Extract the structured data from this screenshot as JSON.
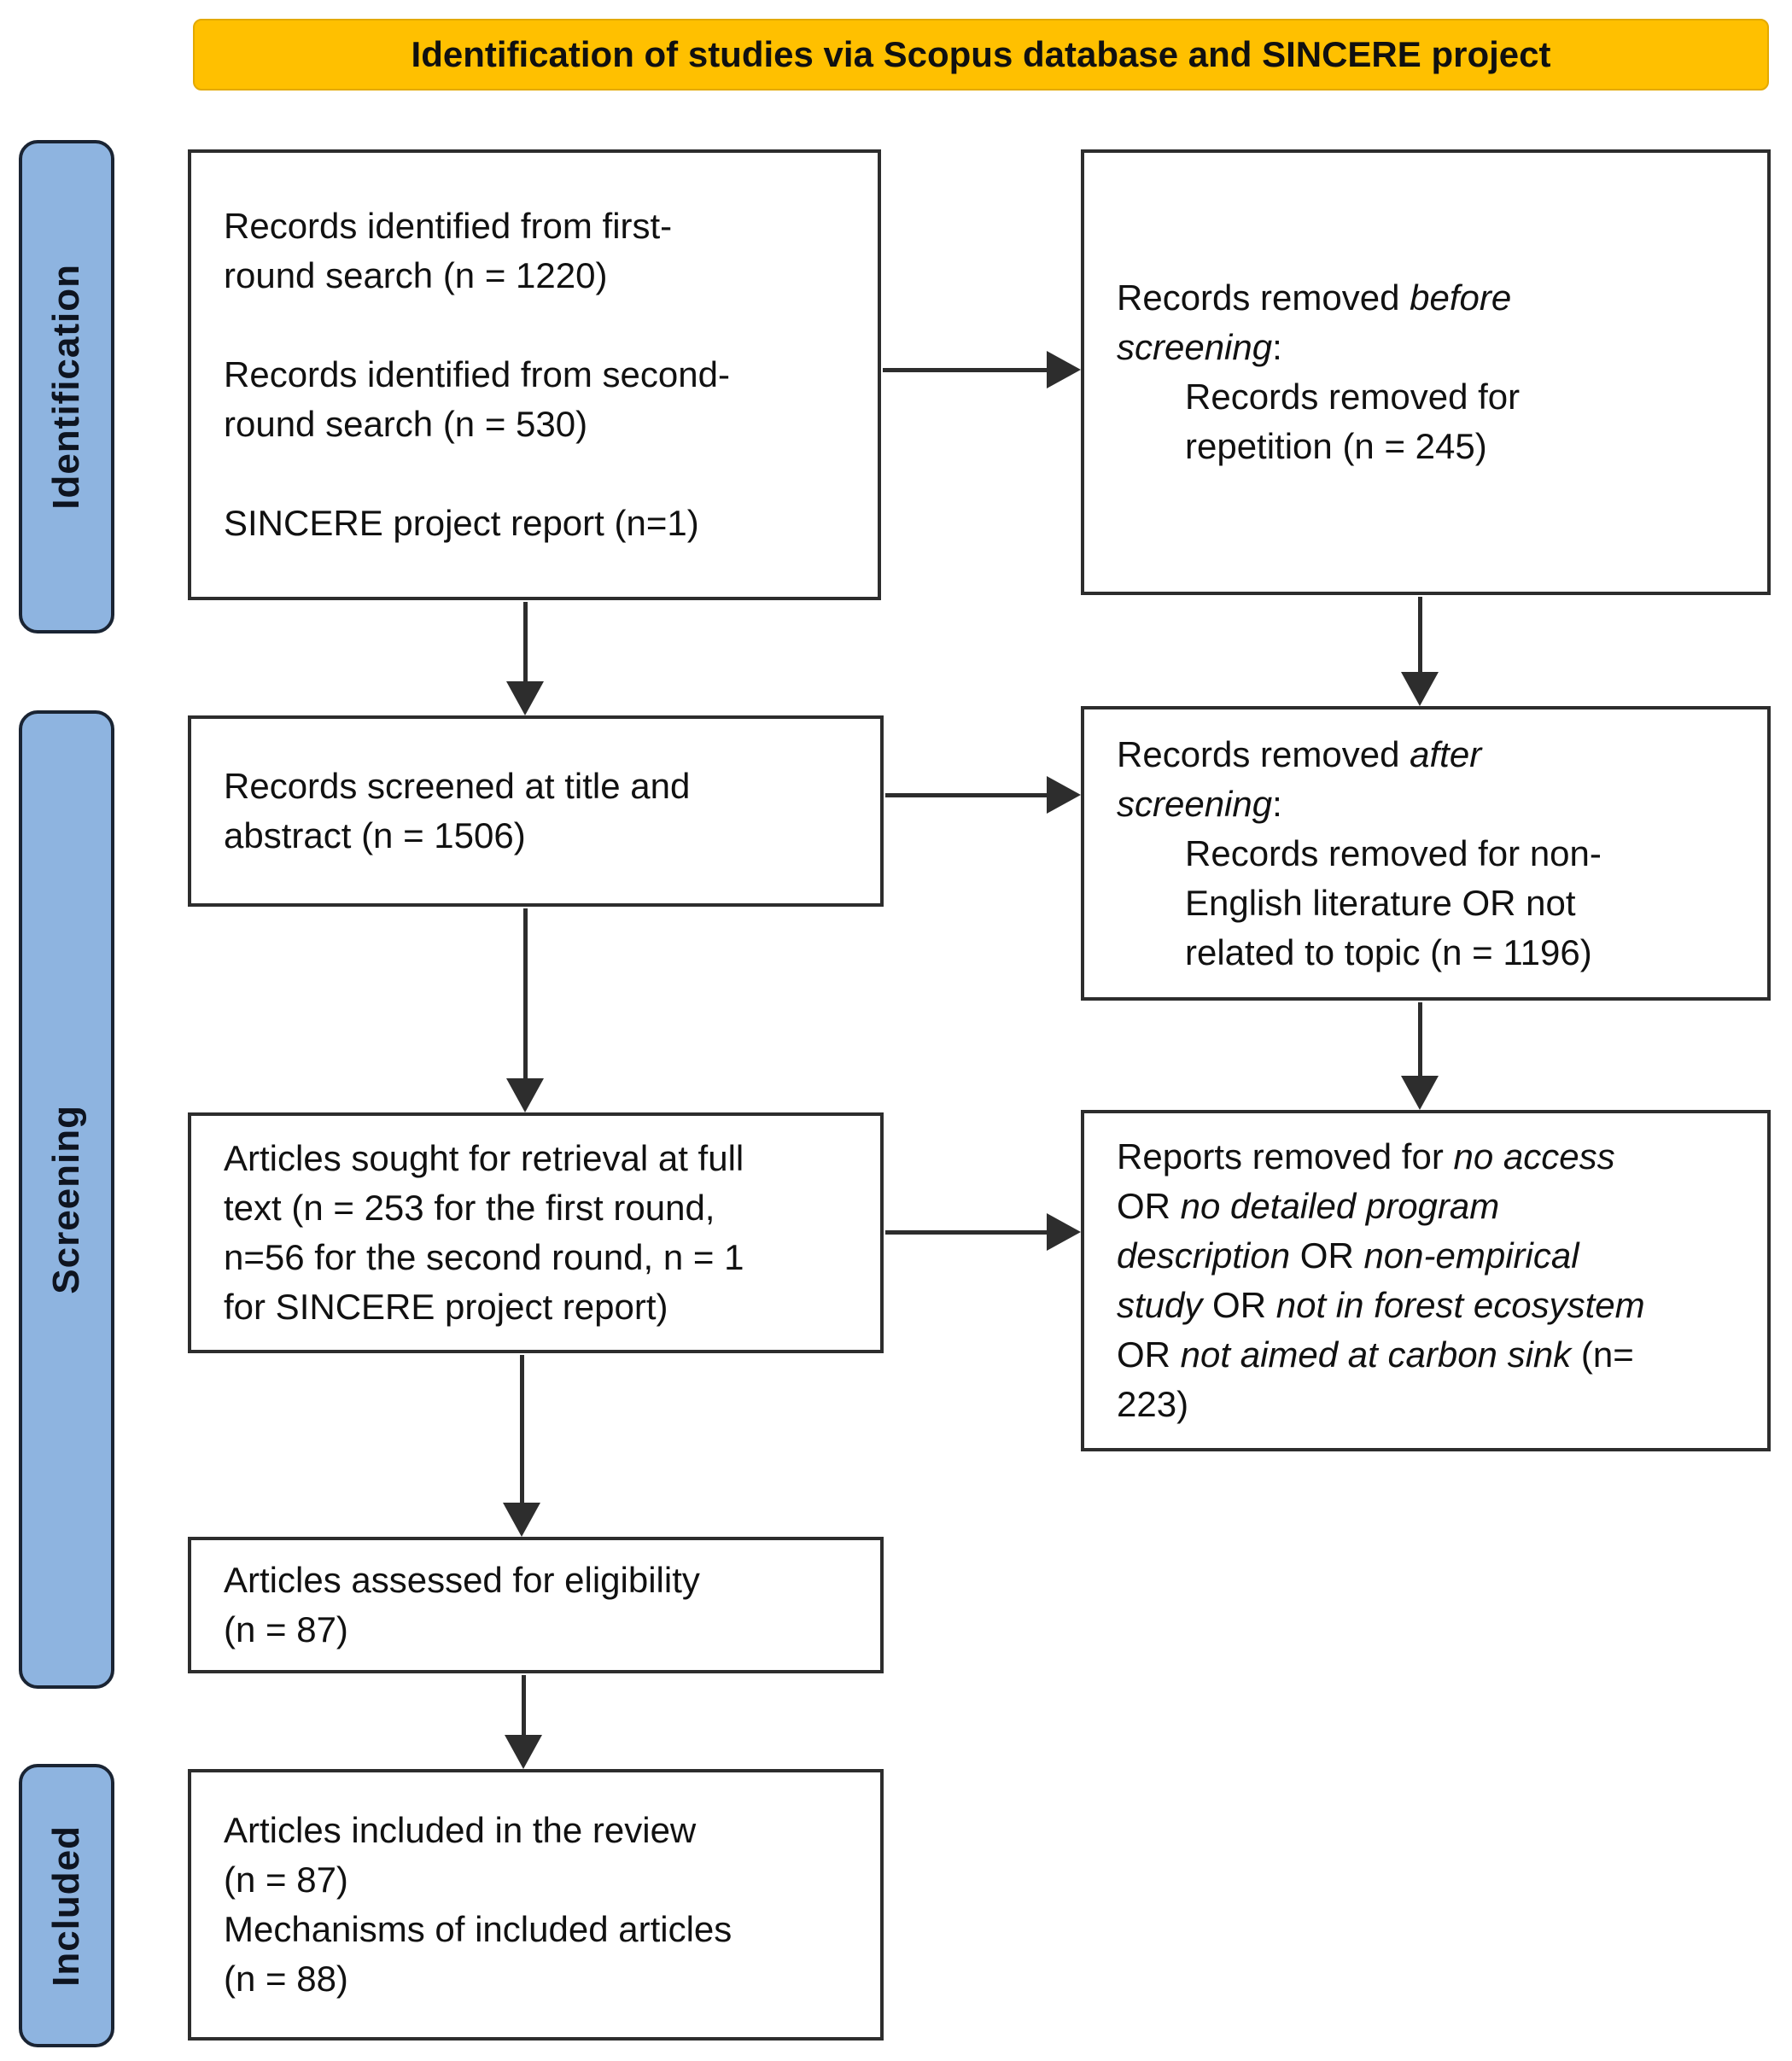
{
  "banner": {
    "title": "Identification of studies via Scopus database and SINCERE project"
  },
  "stages": [
    {
      "label": "Identification"
    },
    {
      "label": "Screening"
    },
    {
      "label": "Included"
    }
  ],
  "colors": {
    "banner_fill": "#FFC000",
    "banner_border": "#E3A900",
    "stage_fill": "#8EB4E0",
    "stage_border": "#1A2433",
    "box_border": "#2D2D2D",
    "arrow": "#2D2D2D"
  },
  "boxes": {
    "identified": {
      "lines": [
        {
          "seg": [
            {
              "t": "Records identified from first-"
            }
          ]
        },
        {
          "seg": [
            {
              "t": "round search (n = 1220)"
            }
          ]
        },
        {
          "seg": []
        },
        {
          "seg": [
            {
              "t": "Records identified from second-"
            }
          ]
        },
        {
          "seg": [
            {
              "t": "round search (n = 530)"
            }
          ]
        },
        {
          "seg": []
        },
        {
          "seg": [
            {
              "t": "SINCERE project report (n=1)"
            }
          ]
        }
      ]
    },
    "removed_before": {
      "lines": [
        {
          "seg": [
            {
              "t": "Records removed "
            },
            {
              "t": "before",
              "i": true
            }
          ]
        },
        {
          "seg": [
            {
              "t": "screening",
              "i": true
            },
            {
              "t": ":"
            }
          ]
        },
        {
          "ind": true,
          "seg": [
            {
              "t": "Records removed for"
            }
          ]
        },
        {
          "ind": true,
          "seg": [
            {
              "t": "repetition (n = 245)"
            }
          ]
        }
      ]
    },
    "screened": {
      "lines": [
        {
          "seg": [
            {
              "t": "Records screened at title and"
            }
          ]
        },
        {
          "seg": [
            {
              "t": "abstract (n = 1506)"
            }
          ]
        }
      ]
    },
    "removed_after": {
      "lines": [
        {
          "seg": [
            {
              "t": "Records removed "
            },
            {
              "t": "after",
              "i": true
            }
          ]
        },
        {
          "seg": [
            {
              "t": "screening",
              "i": true
            },
            {
              "t": ":"
            }
          ]
        },
        {
          "ind": true,
          "seg": [
            {
              "t": "Records removed for non-"
            }
          ]
        },
        {
          "ind": true,
          "seg": [
            {
              "t": "English literature OR not"
            }
          ]
        },
        {
          "ind": true,
          "seg": [
            {
              "t": "related to topic (n = 1196)"
            }
          ]
        }
      ]
    },
    "sought": {
      "lines": [
        {
          "seg": [
            {
              "t": "Articles sought for retrieval at full"
            }
          ]
        },
        {
          "seg": [
            {
              "t": "text (n = 253 for the first round,"
            }
          ]
        },
        {
          "seg": [
            {
              "t": "n=56 for the second round, n = 1"
            }
          ]
        },
        {
          "seg": [
            {
              "t": "for SINCERE project report)"
            }
          ]
        }
      ]
    },
    "reports_removed": {
      "lines": [
        {
          "seg": [
            {
              "t": "Reports removed for "
            },
            {
              "t": "no access",
              "i": true
            }
          ]
        },
        {
          "seg": [
            {
              "t": "OR "
            },
            {
              "t": "no detailed program",
              "i": true
            }
          ]
        },
        {
          "seg": [
            {
              "t": "description",
              "i": true
            },
            {
              "t": " OR "
            },
            {
              "t": "non-empirical",
              "i": true
            }
          ]
        },
        {
          "seg": [
            {
              "t": "study",
              "i": true
            },
            {
              "t": " OR "
            },
            {
              "t": "not in forest ecosystem",
              "i": true
            }
          ]
        },
        {
          "seg": [
            {
              "t": "OR "
            },
            {
              "t": "not aimed at carbon sink",
              "i": true
            },
            {
              "t": " (n="
            }
          ]
        },
        {
          "seg": [
            {
              "t": "223)"
            }
          ]
        }
      ]
    },
    "assessed": {
      "lines": [
        {
          "seg": [
            {
              "t": "Articles assessed for eligibility"
            }
          ]
        },
        {
          "seg": [
            {
              "t": "(n = 87)"
            }
          ]
        }
      ]
    },
    "included": {
      "lines": [
        {
          "seg": [
            {
              "t": "Articles included in the review"
            }
          ]
        },
        {
          "seg": [
            {
              "t": "(n = 87)"
            }
          ]
        },
        {
          "seg": [
            {
              "t": "Mechanisms of included articles"
            }
          ]
        },
        {
          "seg": [
            {
              "t": "(n = 88)"
            }
          ]
        }
      ]
    }
  }
}
